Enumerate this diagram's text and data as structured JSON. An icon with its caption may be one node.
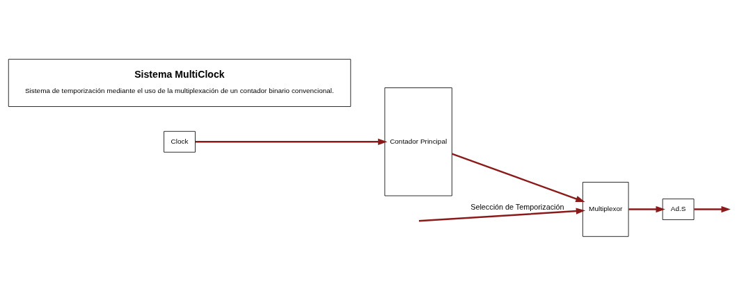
{
  "diagram": {
    "nodes": [
      {
        "text": [
          "Clock"
        ]
      },
      {
        "text": [
          "Contador Principal"
        ]
      },
      {
        "text": [
          "Multiplexor"
        ]
      },
      {
        "text": [
          "Ad.S"
        ]
      },
      {
        "text": [
          "Sistema MultiClock",
          "Sistema de temporización mediante el uso de la multiplexación de un contador binario convencional."
        ]
      }
    ],
    "edges": [
      {
        "from": 0,
        "to": 1,
        "arrow": "to"
      },
      {
        "from": 1,
        "to": 2,
        "arrow": "to"
      },
      {
        "from": 2,
        "to": 3,
        "arrow": "to"
      },
      {
        "from": 3,
        "to": null,
        "arrow": "to"
      },
      {
        "from": null,
        "to": 2,
        "arrow": "to",
        "label": "Selección de Temporización"
      }
    ]
  }
}
